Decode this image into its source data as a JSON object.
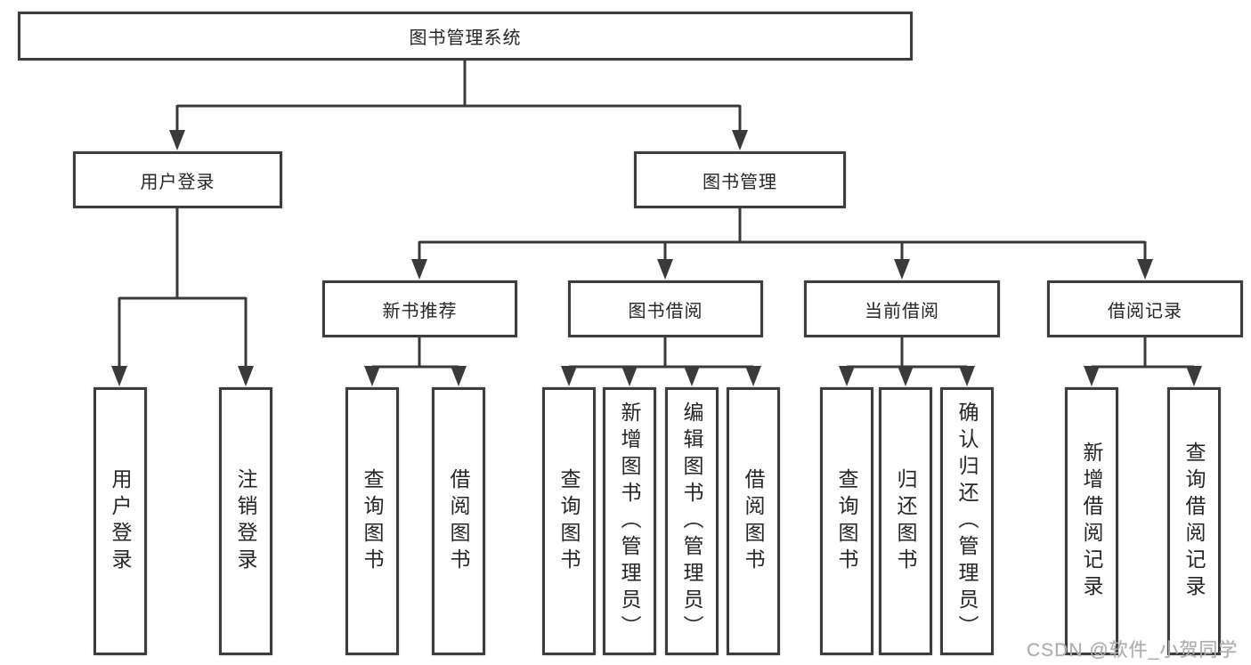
{
  "diagram": {
    "type": "hierarchy-tree",
    "root": {
      "label": "图书管理系统",
      "children": [
        {
          "label": "用户登录",
          "children": [
            {
              "label": "用户登录"
            },
            {
              "label": "注销登录"
            }
          ]
        },
        {
          "label": "图书管理",
          "children": [
            {
              "label": "新书推荐",
              "children": [
                {
                  "label": "查询图书"
                },
                {
                  "label": "借阅图书"
                }
              ]
            },
            {
              "label": "图书借阅",
              "children": [
                {
                  "label": "查询图书"
                },
                {
                  "label": "新增图书（管理员）"
                },
                {
                  "label": "编辑图书（管理员）"
                },
                {
                  "label": "借阅图书"
                }
              ]
            },
            {
              "label": "当前借阅",
              "children": [
                {
                  "label": "查询图书"
                },
                {
                  "label": "归还图书"
                },
                {
                  "label": "确认归还（管理员）"
                }
              ]
            },
            {
              "label": "借阅记录",
              "children": [
                {
                  "label": "新增借阅记录"
                },
                {
                  "label": "查询借阅记录"
                }
              ]
            }
          ]
        }
      ]
    }
  },
  "watermark": {
    "text": "CSDN @软件_小贺同学"
  },
  "colors": {
    "line": "#3a3a3a",
    "box_border": "#3d3d3d",
    "text": "#262626",
    "background": "#ffffff",
    "watermark": "#aeaeae"
  }
}
